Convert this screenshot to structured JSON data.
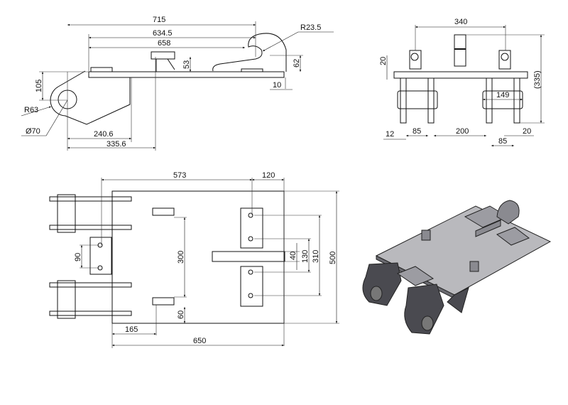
{
  "side_view": {
    "d715": "715",
    "d634_5": "634.5",
    "d658": "658",
    "r23_5": "R23.5",
    "d53": "53",
    "d62": "62",
    "d10": "10",
    "d105": "105",
    "r63": "R63",
    "dia70": "Ø70",
    "d240_6": "240.6",
    "d335_6": "335.6"
  },
  "front_view": {
    "d340": "340",
    "d20_left": "20",
    "d335": "(335)",
    "d149": "149",
    "d12": "12",
    "d85_left": "85",
    "d200": "200",
    "d20_right": "20",
    "d85_right": "85"
  },
  "top_view": {
    "d573": "573",
    "d120": "120",
    "d500": "500",
    "d310": "310",
    "d130": "130",
    "d40": "40",
    "d300": "300",
    "d90": "90",
    "d60": "60",
    "d165": "165",
    "d650": "650"
  },
  "colors": {
    "line": "#111111",
    "iso_plate": "#b9b9bd",
    "iso_dark": "#4a4a50"
  }
}
